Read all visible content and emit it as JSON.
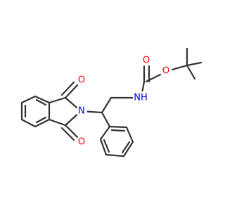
{
  "atoms": [
    {
      "id": "O_top",
      "symbol": "O",
      "color": "#ff0000"
    },
    {
      "id": "O_bot",
      "symbol": "O",
      "color": "#ff0000"
    },
    {
      "id": "N_imide",
      "symbol": "N",
      "color": "#0000ff"
    },
    {
      "id": "NH",
      "symbol": "NH",
      "color": "#0000ff"
    },
    {
      "id": "O_carbonyl",
      "symbol": "O",
      "color": "#ff0000"
    },
    {
      "id": "O_ester",
      "symbol": "O",
      "color": "#ff0000"
    }
  ],
  "colors": {
    "bond": "#333333",
    "oxygen": "#ff0000",
    "nitrogen": "#0000ff",
    "background": "#ffffff"
  }
}
